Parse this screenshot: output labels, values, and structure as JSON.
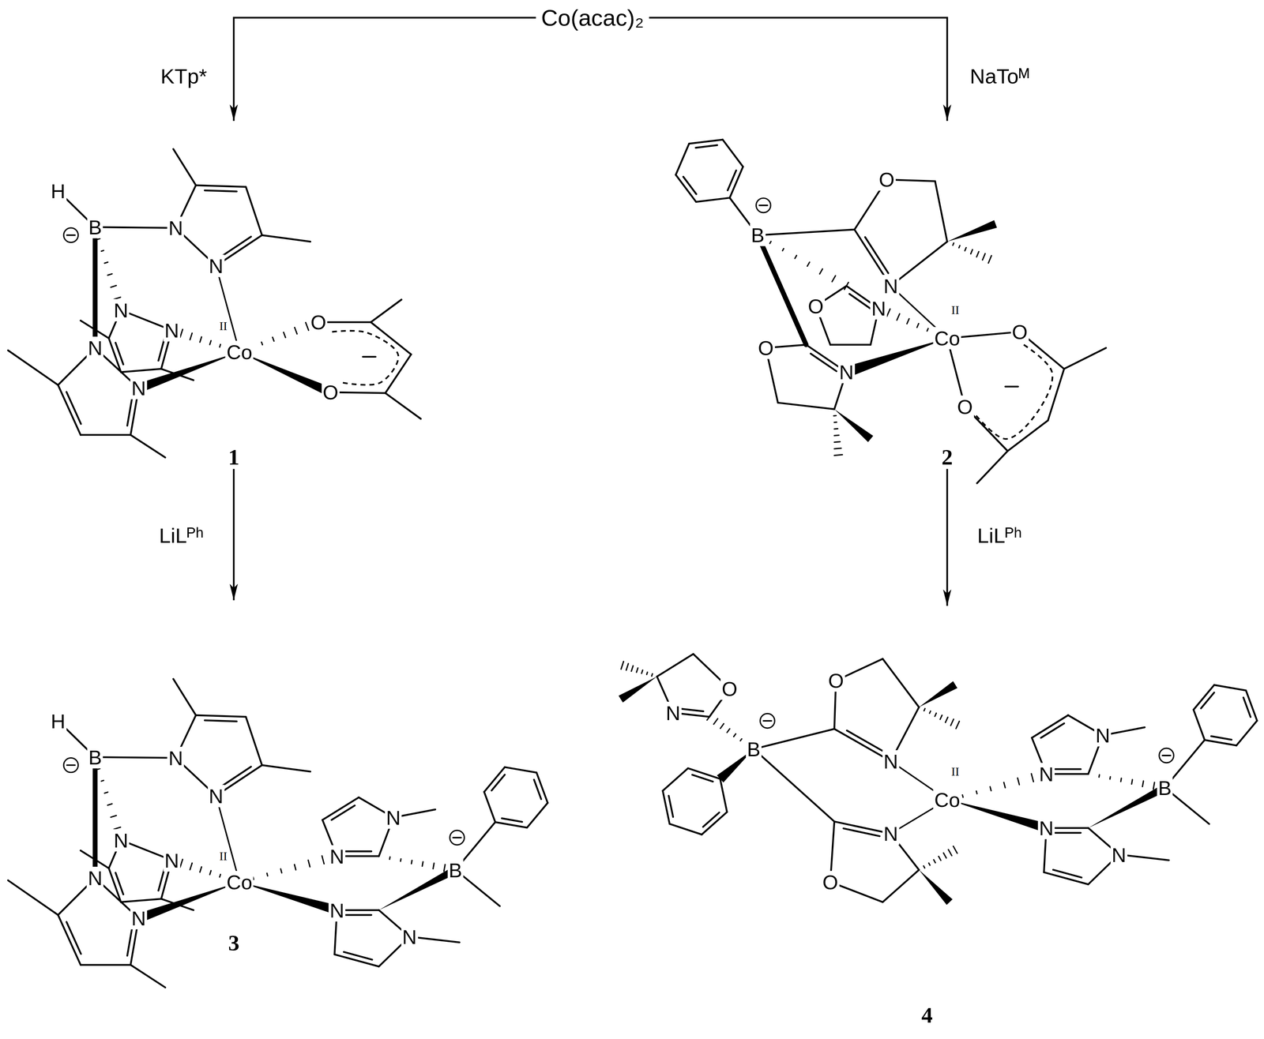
{
  "diagram": {
    "nodes": [
      {
        "text": [
          "Co(acac)₂"
        ]
      },
      {
        "text": [
          "1"
        ]
      },
      {
        "text": [
          "2"
        ]
      },
      {
        "text": [
          "3"
        ]
      },
      {
        "text": [
          "4"
        ]
      }
    ],
    "edges": [
      {
        "from": 0,
        "to": 1,
        "arrow": "to",
        "label": "KTp*"
      },
      {
        "from": 0,
        "to": 2,
        "arrow": "to",
        "label": "NaToᴹ"
      },
      {
        "from": 1,
        "to": 3,
        "arrow": "to",
        "label": "LiLᴾʰ"
      },
      {
        "from": 2,
        "to": 4,
        "arrow": "to",
        "label": "LiLᴾʰ"
      }
    ],
    "labels": [
      "H",
      "B",
      "N",
      "N",
      "N",
      "N",
      "N",
      "N",
      "Co",
      "II",
      "O",
      "O",
      "B",
      "O",
      "N",
      "O",
      "N",
      "O",
      "N",
      "Co",
      "II",
      "O",
      "O",
      "H",
      "B",
      "N",
      "N",
      "N",
      "N",
      "N",
      "N",
      "Co",
      "II",
      "N",
      "N",
      "B",
      "N",
      "N",
      "N",
      "O",
      "B",
      "O",
      "N",
      "N",
      "O",
      "Co",
      "II",
      "N",
      "N",
      "B",
      "N",
      "N"
    ]
  }
}
